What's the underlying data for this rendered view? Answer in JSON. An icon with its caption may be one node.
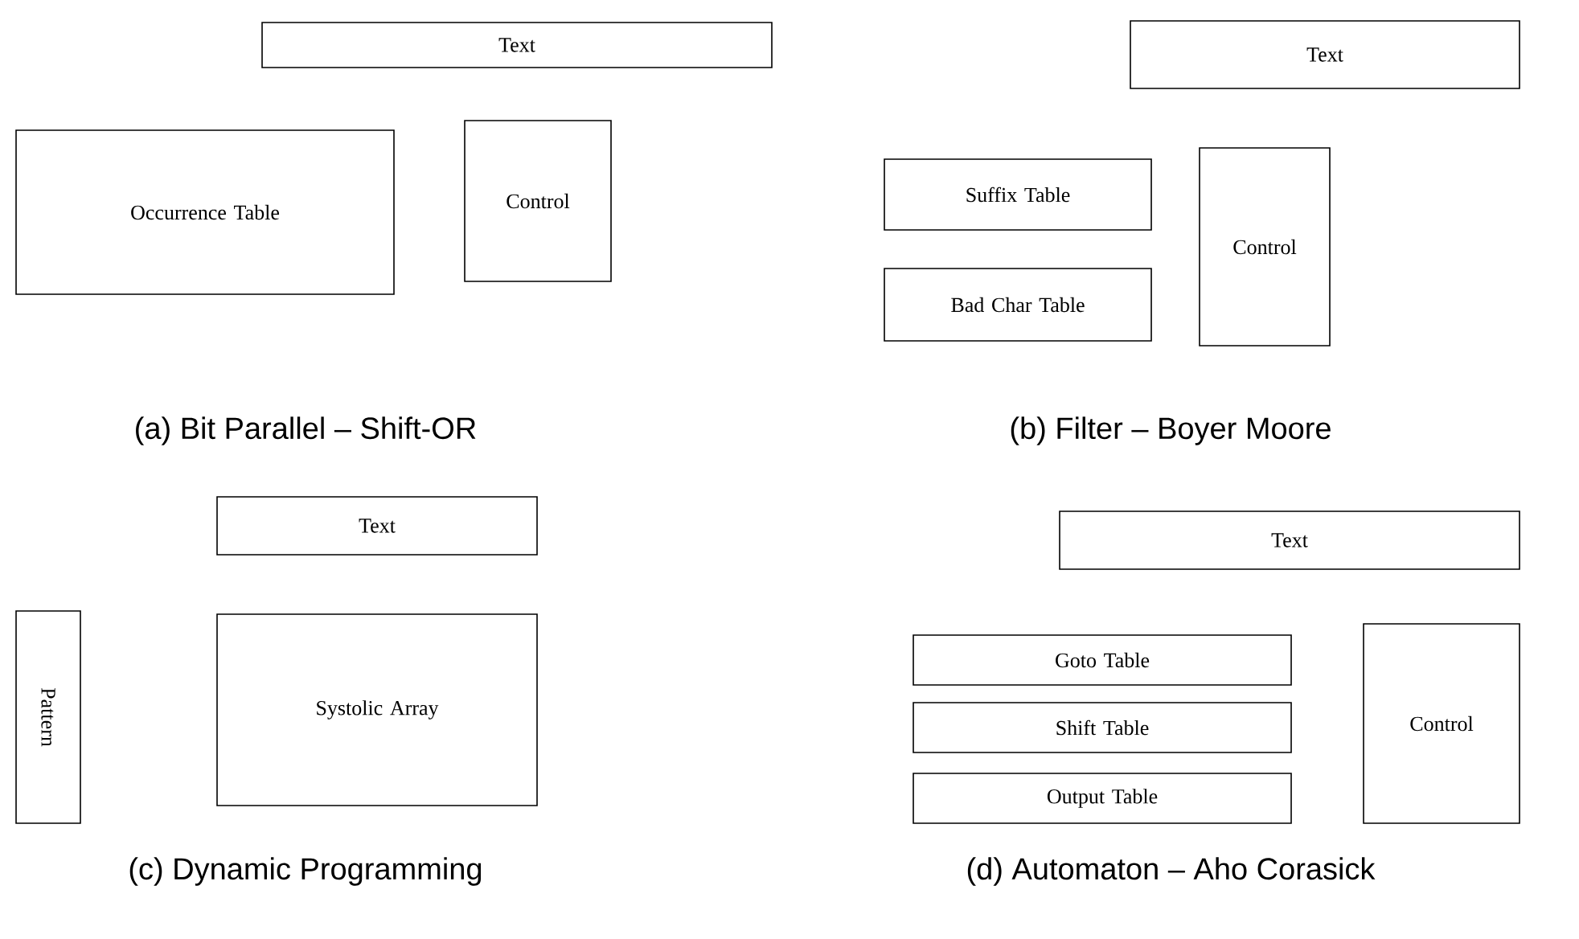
{
  "diagram": {
    "nodes": [
      {
        "text": [
          "Text"
        ]
      },
      {
        "text": [
          "Occurrence Table"
        ]
      },
      {
        "text": [
          "Control"
        ]
      },
      {
        "text": [
          "Text"
        ]
      },
      {
        "text": [
          "Suffix Table"
        ]
      },
      {
        "text": [
          "Bad Char Table"
        ]
      },
      {
        "text": [
          "Control"
        ]
      },
      {
        "text": [
          "Text"
        ]
      },
      {
        "text": [
          "Pattern"
        ]
      },
      {
        "text": [
          "Systolic Array"
        ]
      },
      {
        "text": [
          "Text"
        ]
      },
      {
        "text": [
          "Goto Table"
        ]
      },
      {
        "text": [
          "Shift Table"
        ]
      },
      {
        "text": [
          "Output Table"
        ]
      },
      {
        "text": [
          "Control"
        ]
      }
    ],
    "labels": [
      "(a) Bit Parallel – Shift-OR",
      "(b) Filter – Boyer Moore",
      "(c) Dynamic Programming",
      "(d) Automaton – Aho Corasick"
    ]
  }
}
